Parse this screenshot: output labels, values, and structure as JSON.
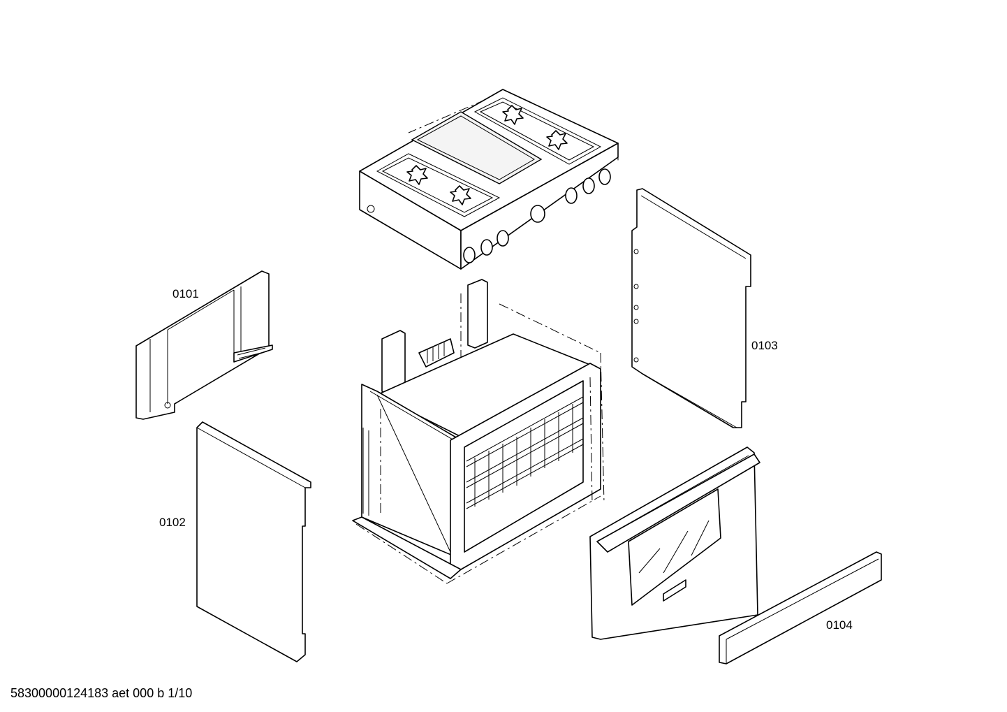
{
  "parts": [
    {
      "id": "side-panel-left-inner",
      "label": "0101"
    },
    {
      "id": "side-panel-left-outer",
      "label": "0102"
    },
    {
      "id": "side-panel-right",
      "label": "0103"
    },
    {
      "id": "toe-kick",
      "label": "0104"
    }
  ],
  "footer": {
    "code": "58300000124183 aet 000 b 1/10"
  }
}
